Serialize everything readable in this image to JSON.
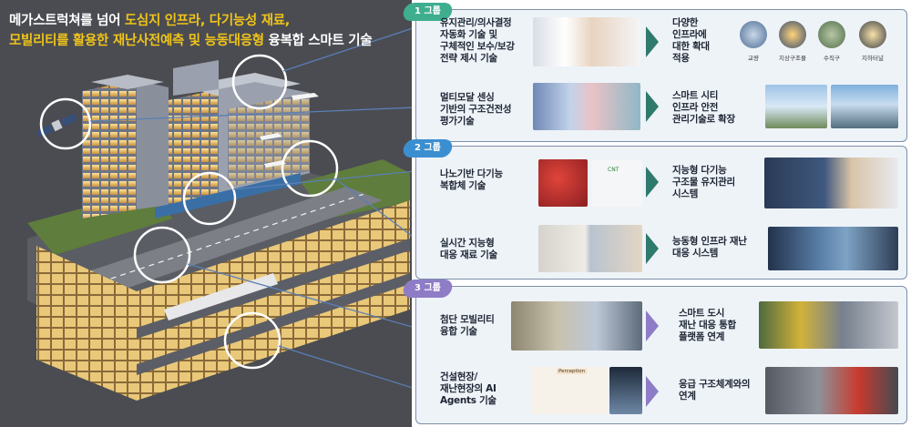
{
  "headline": {
    "line1_a": "메가스트럭쳐를 넘어 ",
    "line1_b": "도심지 인프라, 다기능성 재료,",
    "line2_a": "모빌리티를 활용한 재난사전예측 및 능동대응형",
    "line2_b": " 융복합 스마트 기술"
  },
  "groups": [
    {
      "badge": "1 그룹",
      "color": "#3fae8f",
      "rows": [
        {
          "text": [
            "유지관리/의사결정",
            "자동화 기술 및",
            "구체적인 보수/보강",
            "전략 제시 기술"
          ],
          "result": [
            "다양한",
            "인프라에",
            "대한 확대",
            "적용"
          ]
        },
        {
          "text": [
            "멀티모달 센싱",
            "기반의 구조건전성",
            "평가기술"
          ],
          "result": [
            "스마트 시티",
            "인프라 안전",
            "관리기술로 확장"
          ]
        }
      ]
    },
    {
      "badge": "2 그룹",
      "color": "#3b8fd0",
      "rows": [
        {
          "text": [
            "나노기반 다기능",
            "복합체 기술"
          ],
          "result": [
            "지능형 다기능",
            "구조물 유지관리",
            "시스템"
          ]
        },
        {
          "text": [
            "실시간 지능형",
            "대응 재료 기술"
          ],
          "result": [
            "능동형 인프라 재난",
            "대응 시스템"
          ]
        }
      ]
    },
    {
      "badge": "3 그룹",
      "color": "#8e7cc6",
      "rows": [
        {
          "text": [
            "첨단 모빌리티",
            "융합 기술"
          ],
          "result": [
            "스마트 도시",
            "재난 대응 통합",
            "플랫폼 연계"
          ]
        },
        {
          "text": [
            "건설현장/",
            "재난현장의 AI",
            "Agents 기술"
          ],
          "result": [
            "응급 구조체계와의",
            "연계"
          ]
        }
      ]
    }
  ],
  "thumbs": [
    "교량",
    "지상구조물",
    "수직구",
    "지하터널"
  ],
  "inset_labels": {
    "perception": "Perception",
    "cnt": "CNT"
  },
  "colors": {
    "chevron": "#2e7a6c",
    "frame": "#7d8ea8",
    "illus_bg": "#4a4c52"
  }
}
